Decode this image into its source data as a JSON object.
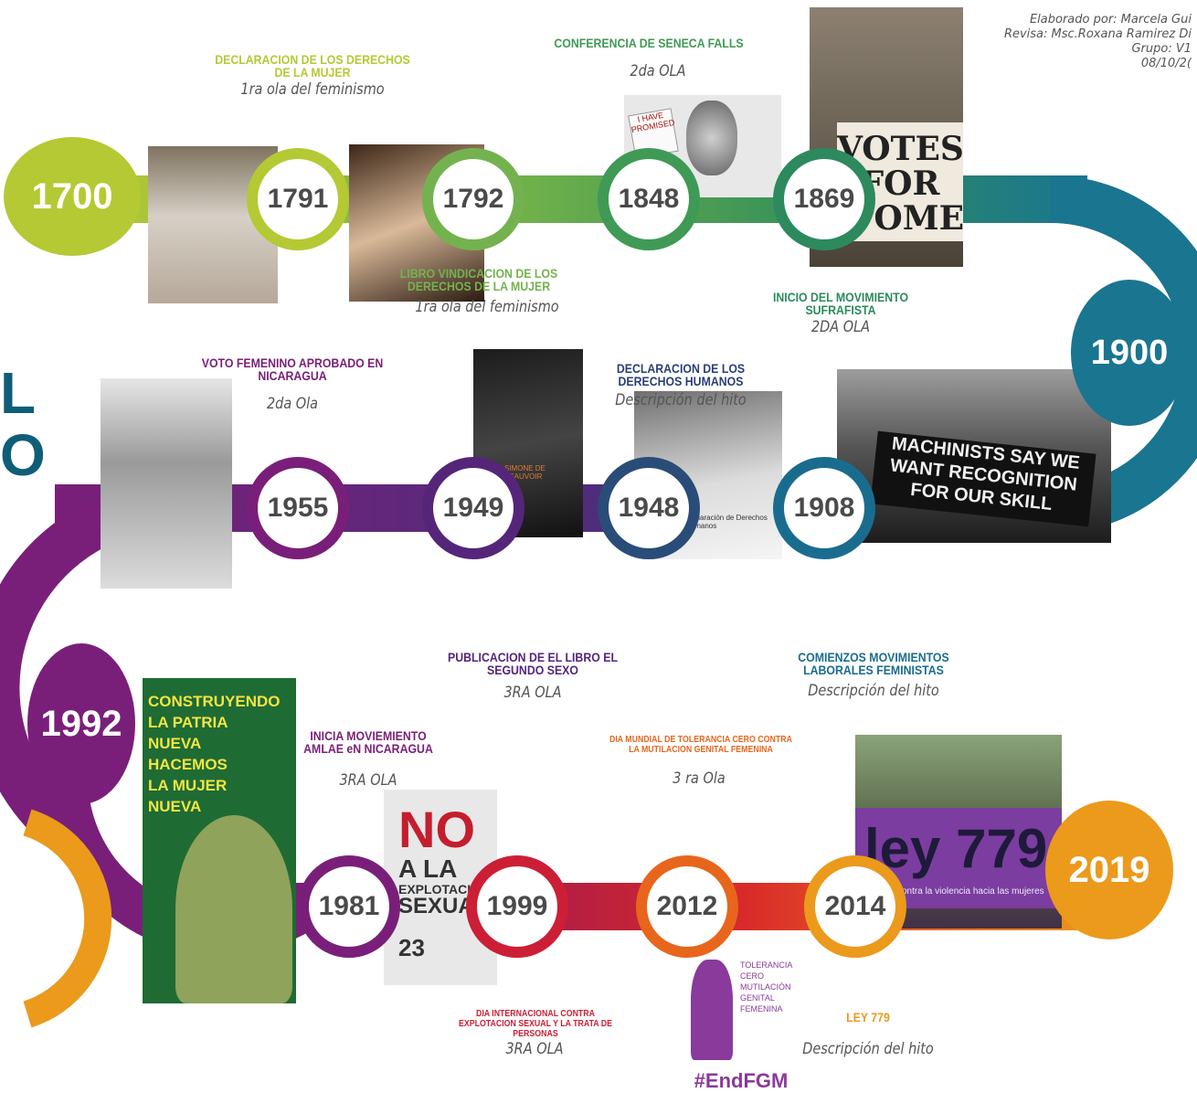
{
  "credits": {
    "line1": "Elaborado por: Marcela Gui",
    "line2": "Revisa: Msc.Roxana  Ramirez Di",
    "line3": "Grupo: V1",
    "line4": "08/10/2("
  },
  "side_title": {
    "l1": "L",
    "l2": "O"
  },
  "nodes": {
    "y1700": "1700",
    "y1791": "1791",
    "y1792": "1792",
    "y1848": "1848",
    "y1869": "1869",
    "y1900": "1900",
    "y1908": "1908",
    "y1948": "1948",
    "y1949": "1949",
    "y1955": "1955",
    "y1992": "1992",
    "y1981": "1981",
    "y1999": "1999",
    "y2012": "2012",
    "y2014": "2014",
    "y2019": "2019"
  },
  "events": {
    "e1791": {
      "title": "DECLARACION DE LOS DERECHOS DE LA MUJER",
      "sub": "1ra ola del feminismo"
    },
    "e1792": {
      "title": "LIBRO VINDICACION DE LOS DERECHOS DE LA MUJER",
      "sub": "1ra ola del feminismo"
    },
    "e1848": {
      "title": "CONFERENCIA DE SENECA FALLS",
      "sub": "2da OLA"
    },
    "e1869": {
      "title": "INICIO DEL MOVIMIENTO SUFRAFISTA",
      "sub": "2DA OLA"
    },
    "e1955": {
      "title": "VOTO FEMENINO APROBADO EN NICARAGUA",
      "sub": "2da Ola"
    },
    "e1948": {
      "title": "DECLARACION DE LOS DERECHOS HUMANOS",
      "sub": "Descripción del hito"
    },
    "e1949": {
      "title": "PUBLICACION DE EL LIBRO EL SEGUNDO SEXO",
      "sub": "3RA OLA"
    },
    "e1908": {
      "title": "COMIENZOS MOVIMIENTOS LABORALES FEMINISTAS",
      "sub": "Descripción del hito"
    },
    "e1981": {
      "title": "INICIA MOVIEMIENTO AMLAE eN NICARAGUA",
      "sub": "3RA OLA"
    },
    "e2012": {
      "title": "DIA MUNDIAL DE TOLERANCIA CERO CONTRA LA MUTILACION GENITAL FEMENINA",
      "sub": "3 ra Ola"
    },
    "e1999": {
      "title": "DIA INTERNACIONAL CONTRA EXPLOTACION SEXUAL Y LA TRATA DE PERSONAS",
      "sub": "3RA OLA"
    },
    "e2014": {
      "title": "LEY 779",
      "sub": "Descripción del hito"
    }
  },
  "images": {
    "votes_sign": "VOTES FOR WOMEN",
    "note_card": "I HAVE PROMISED",
    "protest_banner": "MACHINISTS SAY WE WANT RECOGNITION FOR OUR SKILL",
    "book_caption": "SIMONE DE BEAUVOIR",
    "doc_caption": "Declaración de Derechos Humanos",
    "poster": "CONSTRUYENDO LA PATRIA NUEVA HACEMOS LA MUJER NUEVA",
    "no_poster_1": "NO",
    "no_poster_2": "A LA",
    "no_poster_3": "EXPLOTACIÓN",
    "no_poster_4": "SEXUAL",
    "no_poster_5": "23",
    "fgm_poster": "TOLERANCIA CERO MUTILACIÓN GENITAL FEMENINA",
    "fgm_hashtag": "#EndFGM",
    "ley_banner": "ley 779",
    "ley_caption": "contra la violencia hacia las mujeres"
  },
  "colors": {
    "lime": "#b5c934",
    "green": "#3f9a55",
    "teal": "#1a7590",
    "purple": "#7a1f79",
    "red": "#cc1f35",
    "orange": "#eb9a1c"
  }
}
